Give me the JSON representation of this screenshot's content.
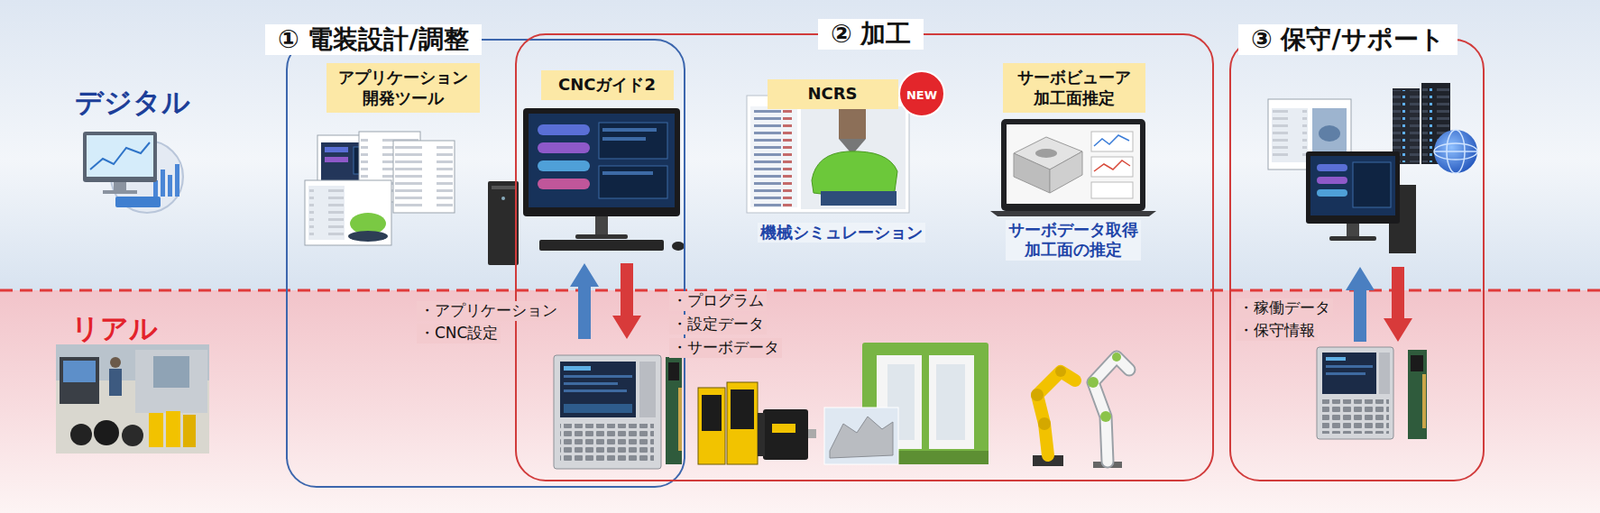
{
  "diagram": {
    "nodes": [
      {
        "text": [
          "① 電装設計/調整"
        ]
      },
      {
        "text": [
          "アプリケーション 開発ツール"
        ],
        "in": 0
      },
      {
        "text": [
          "CNCガイド2"
        ],
        "in": 0
      },
      {
        "text": [
          "② 加工"
        ]
      },
      {
        "text": [
          "NCRS"
        ],
        "in": 3
      },
      {
        "text": [
          "サーボビューア 加工面推定"
        ],
        "in": 3
      },
      {
        "text": [
          "③ 保守/サポート"
        ]
      }
    ],
    "labels": [
      "デジタル",
      "リアル",
      "・アプリケーション",
      "・CNC設定",
      "・プログラム",
      "・設定データ",
      "・サーボデータ",
      "NEW",
      "機械シミュレーション",
      "サーボデータ取得 加工面の推定",
      "・稼働データ",
      "・保守情報"
    ]
  }
}
